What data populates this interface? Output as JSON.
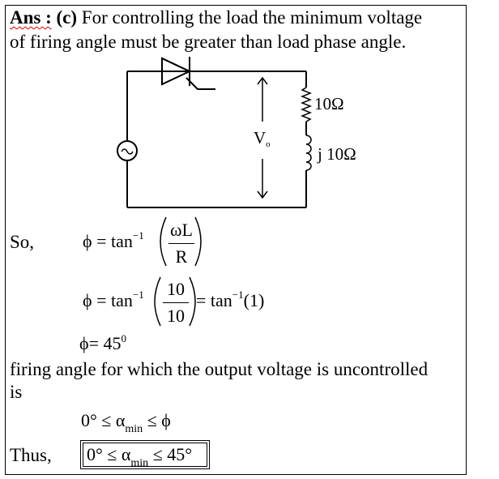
{
  "answer": {
    "ans_label": "Ans :",
    "option": "(c)",
    "line1": "For controlling the load the minimum voltage",
    "line2": "of firing angle must be greater than load phase angle."
  },
  "circuit": {
    "r_label": "10Ω",
    "l_label": "j 10Ω",
    "v_label": "V",
    "v_sub": "o",
    "source_symbol": "~"
  },
  "equations": {
    "so_label": "So,",
    "eq1_lhs": "ϕ = tan",
    "eq1_sup": "−1",
    "eq1_num": "ωL",
    "eq1_den": "R",
    "eq2_lhs": "ϕ = tan",
    "eq2_sup": "−1",
    "eq2_num": "10",
    "eq2_den": "10",
    "eq2_rhs": "= tan",
    "eq2_rhs_sup": "−1",
    "eq2_rhs_arg": "(1)",
    "result": "ϕ= 45",
    "result_deg": "0"
  },
  "conclusion": {
    "line1": "firing angle for which the output voltage is uncontrolled",
    "line2": "is",
    "ineq1_pre": "0° ≤ α",
    "ineq1_sub": "min",
    "ineq1_post": " ≤ ϕ",
    "thus_label": "Thus,",
    "ineq2_pre": "0° ≤ α",
    "ineq2_sub": "min",
    "ineq2_post": " ≤ 45°"
  }
}
